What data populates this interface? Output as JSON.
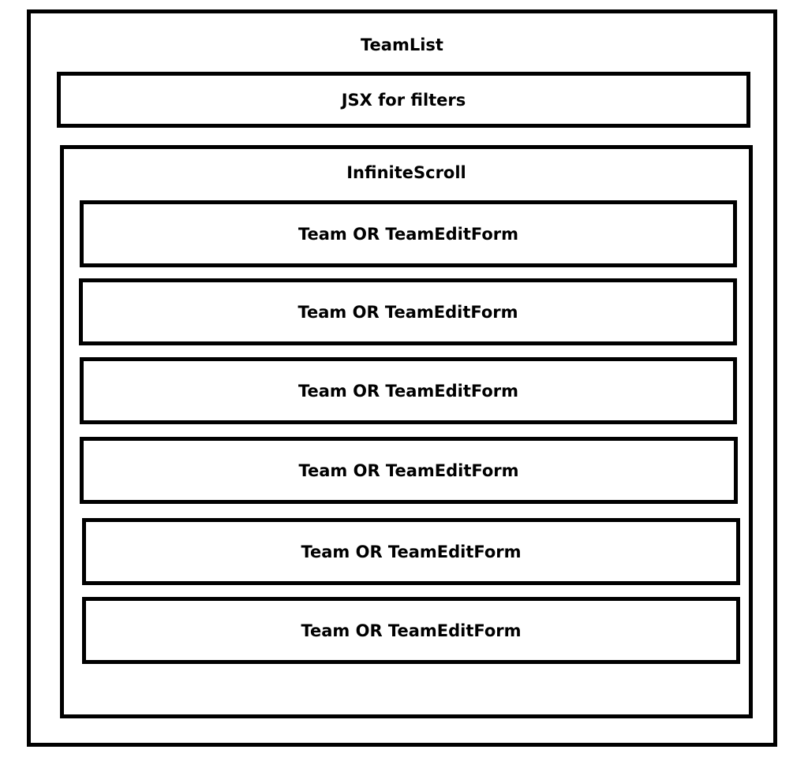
{
  "container": {
    "title": "TeamList"
  },
  "filters": {
    "label": "JSX for filters"
  },
  "scroll": {
    "title": "InfiniteScroll",
    "items": [
      {
        "label": "Team OR TeamEditForm"
      },
      {
        "label": "Team OR TeamEditForm"
      },
      {
        "label": "Team OR TeamEditForm"
      },
      {
        "label": "Team OR TeamEditForm"
      },
      {
        "label": "Team OR TeamEditForm"
      },
      {
        "label": "Team OR TeamEditForm"
      }
    ]
  },
  "colors": {
    "stroke": "#000000",
    "background": "#ffffff"
  }
}
